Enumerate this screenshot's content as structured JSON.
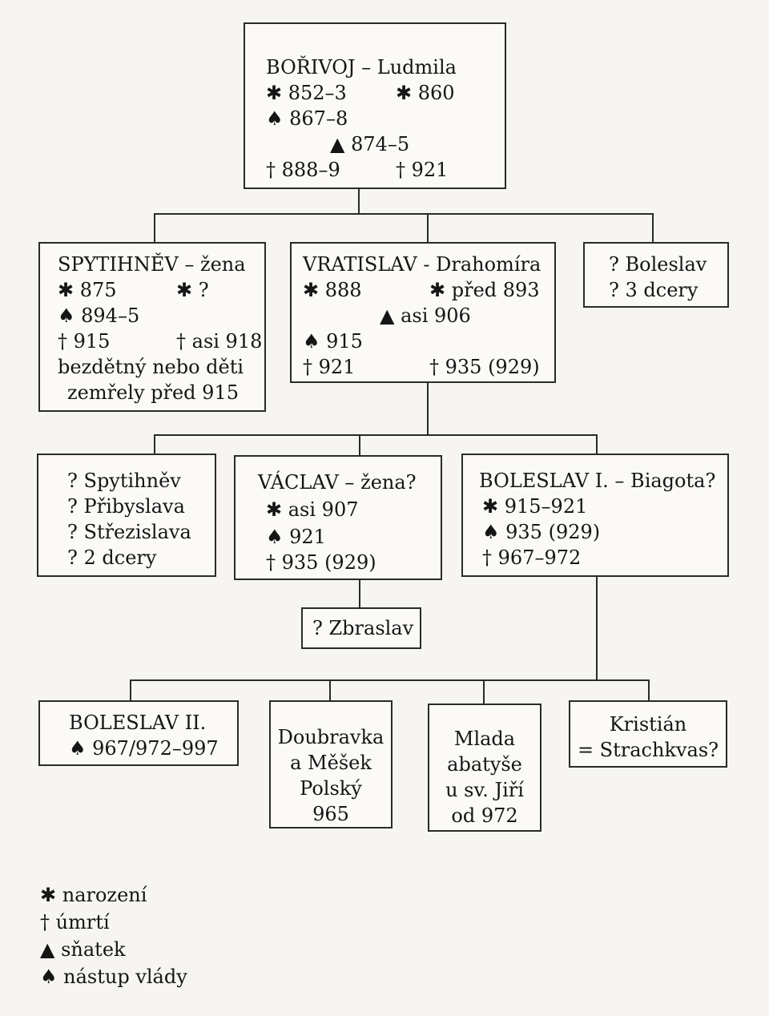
{
  "root": {
    "title": "BOŘIVOJ – Ludmila",
    "born_left": "✱ 852–3",
    "born_right": "✱ 860",
    "reign": "♠ 867–8",
    "marriage": "▲ 874–5",
    "death_left": "† 888–9",
    "death_right": "† 921"
  },
  "spytihnev": {
    "title": "SPYTIHNĚV – žena",
    "born_left": "✱ 875",
    "born_right": "✱ ?",
    "reign": "♠ 894–5",
    "death_left": "† 915",
    "death_right": "† asi 918",
    "note1": "bezdětný nebo děti",
    "note2": "zemřely před 915"
  },
  "vratislav": {
    "title": "VRATISLAV - Drahomíra",
    "born_left": "✱ 888",
    "born_right": "✱ před 893",
    "marriage": "▲ asi 906",
    "reign": "♠ 915",
    "death_left": "† 921",
    "death_right": "† 935 (929)"
  },
  "boleslav_q": {
    "line1": "? Boleslav",
    "line2": "? 3 dcery"
  },
  "spytihnev_children": {
    "line1": "? Spytihněv",
    "line2": "? Přibyslava",
    "line3": "? Střezislava",
    "line4": "? 2 dcery"
  },
  "vaclav": {
    "title": "VÁCLAV – žena?",
    "born": "✱ asi 907",
    "reign": "♠ 921",
    "death": "† 935 (929)"
  },
  "boleslav1": {
    "title": "BOLESLAV I. – Biagota?",
    "born": "✱ 915–921",
    "reign": "♠ 935 (929)",
    "death": "† 967–972"
  },
  "zbraslav": {
    "line1": "? Zbraslav"
  },
  "boleslav2": {
    "title": "BOLESLAV II.",
    "reign": "♠ 967/972–997"
  },
  "doubravka": {
    "line1": "Doubravka",
    "line2": "a Měšek",
    "line3": "Polský",
    "line4": "965"
  },
  "mlada": {
    "line1": "Mlada",
    "line2": "abatyše",
    "line3": "u sv. Jiří",
    "line4": "od 972"
  },
  "kristian": {
    "line1": "Kristián",
    "line2": "= Strachkvas?"
  },
  "legend": {
    "birth": "✱ narození",
    "death": "† úmrtí",
    "marriage": "▲ sňatek",
    "reign": "♠ nástup vlády"
  }
}
